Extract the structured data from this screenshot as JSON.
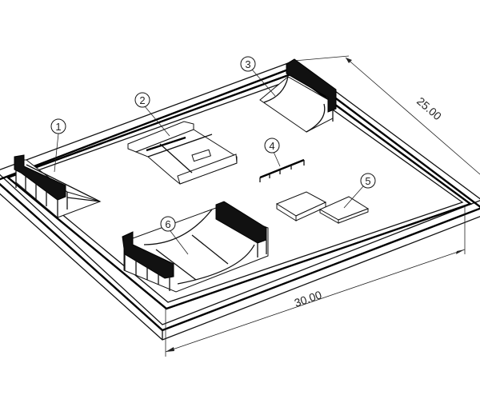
{
  "drawing": {
    "dimensions": [
      {
        "id": "length",
        "label": "30.00"
      },
      {
        "id": "width",
        "label": "25.00"
      }
    ],
    "balloons": [
      "1",
      "2",
      "3",
      "4",
      "5",
      "6"
    ]
  }
}
